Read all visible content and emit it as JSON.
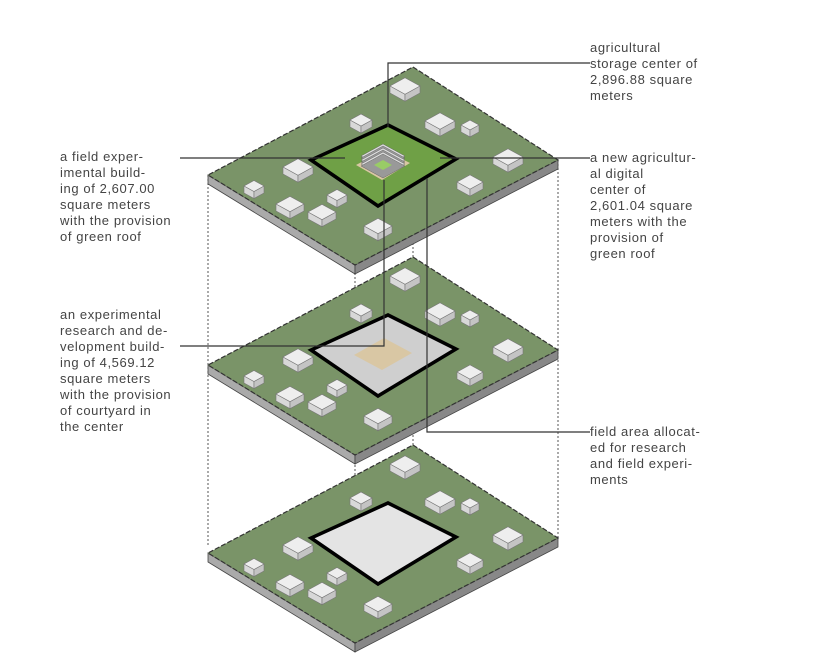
{
  "labels": {
    "storage_center": [
      "agricultural",
      "storage center of",
      "2,896.88 square",
      "meters"
    ],
    "field_building": [
      "a field exper-",
      "imental build-",
      "ing of 2,607.00",
      "square meters",
      "with the provision",
      "of green roof"
    ],
    "digital_center": [
      "a new agricultur-",
      "al digital",
      "center of",
      "2,601.04 square",
      "meters with the",
      "provision of",
      "green roof"
    ],
    "rnd_building": [
      "an experimental",
      "research and de-",
      "velopment build-",
      "ing of 4,569.12",
      "square meters",
      "with the provision",
      "of courtyard in",
      "the center"
    ],
    "field_area": [
      "field area allocat-",
      "ed for research",
      "and field experi-",
      "ments"
    ]
  },
  "colors": {
    "ground": "#7a9468",
    "edge": "#9c9c9c",
    "box": "#eeeeee",
    "text": "#444444",
    "roof_green": "#6fa046",
    "courtyard": "#d9c7a4"
  }
}
